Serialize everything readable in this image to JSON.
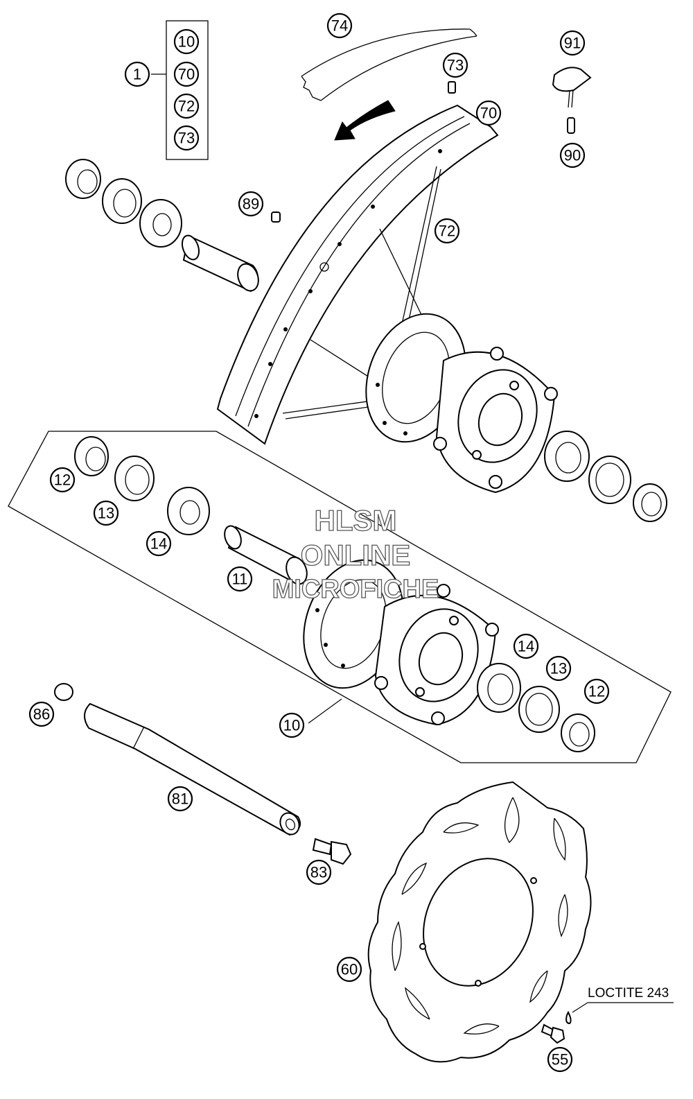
{
  "callouts": [
    {
      "id": "c1",
      "label": "1"
    },
    {
      "id": "c10a",
      "label": "10"
    },
    {
      "id": "c70a",
      "label": "70"
    },
    {
      "id": "c72a",
      "label": "72"
    },
    {
      "id": "c73a",
      "label": "73"
    },
    {
      "id": "c74",
      "label": "74"
    },
    {
      "id": "c73b",
      "label": "73"
    },
    {
      "id": "c70b",
      "label": "70"
    },
    {
      "id": "c91",
      "label": "91"
    },
    {
      "id": "c90",
      "label": "90"
    },
    {
      "id": "c89",
      "label": "89"
    },
    {
      "id": "c72b",
      "label": "72"
    },
    {
      "id": "c12a",
      "label": "12"
    },
    {
      "id": "c13a",
      "label": "13"
    },
    {
      "id": "c14a",
      "label": "14"
    },
    {
      "id": "c11",
      "label": "11"
    },
    {
      "id": "c14b",
      "label": "14"
    },
    {
      "id": "c13b",
      "label": "13"
    },
    {
      "id": "c12b",
      "label": "12"
    },
    {
      "id": "c86",
      "label": "86"
    },
    {
      "id": "c10b",
      "label": "10"
    },
    {
      "id": "c81",
      "label": "81"
    },
    {
      "id": "c83",
      "label": "83"
    },
    {
      "id": "c60",
      "label": "60"
    },
    {
      "id": "c55",
      "label": "55"
    }
  ],
  "note_loctite": "LOCTITE 243",
  "watermark": [
    "HLSM",
    "ONLINE",
    "MICROFICHE"
  ]
}
